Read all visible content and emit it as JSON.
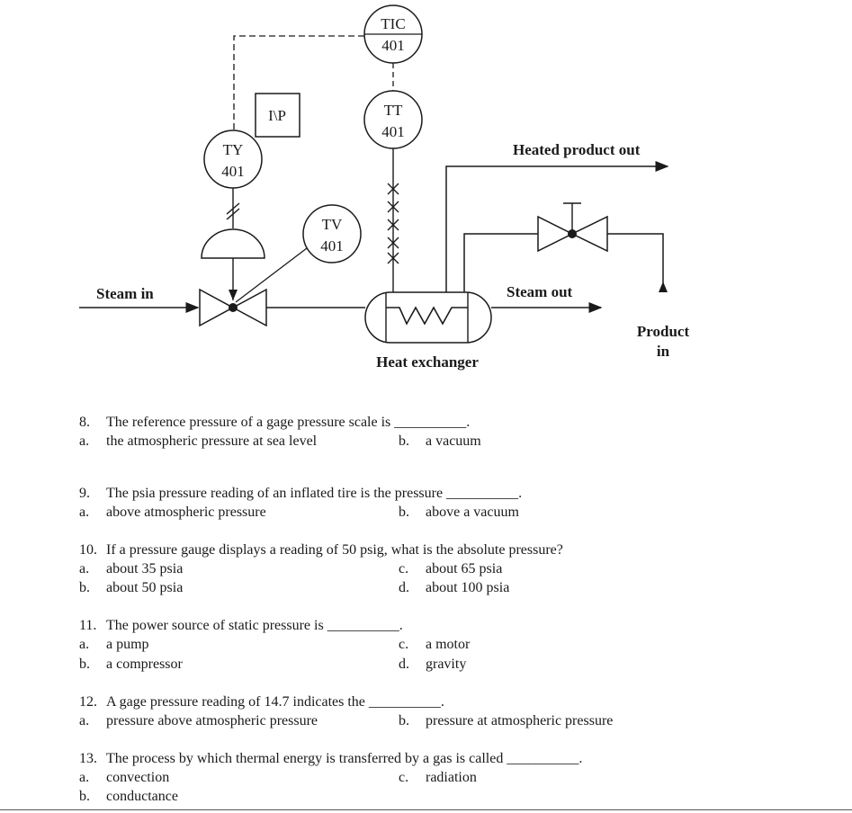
{
  "diagram": {
    "instruments": {
      "tic": [
        "TIC",
        "401"
      ],
      "tt": [
        "TT",
        "401"
      ],
      "ty": [
        "TY",
        "401"
      ],
      "tv": [
        "TV",
        "401"
      ]
    },
    "converter_label": "I\\P",
    "labels": {
      "steam_in": "Steam in",
      "steam_out": "Steam out",
      "heated_product_out": "Heated product out",
      "product_in_1": "Product",
      "product_in_2": "in",
      "heat_exchanger": "Heat exchanger"
    }
  },
  "questions": [
    {
      "number": "8.",
      "text": "The reference pressure of a gage pressure scale is __________.",
      "options": [
        {
          "letter": "a.",
          "text": "the atmospheric pressure at sea level"
        },
        {
          "letter": "b.",
          "text": "a vacuum"
        }
      ]
    },
    {
      "number": "9.",
      "text": "The psia pressure reading of an inflated tire is the pressure __________.",
      "options": [
        {
          "letter": "a.",
          "text": "above atmospheric pressure"
        },
        {
          "letter": "b.",
          "text": "above a vacuum"
        }
      ]
    },
    {
      "number": "10.",
      "text": "If a pressure gauge displays a reading of 50 psig, what is the absolute pressure?",
      "options": [
        {
          "letter": "a.",
          "text": "about 35 psia"
        },
        {
          "letter": "c.",
          "text": "about 65 psia"
        },
        {
          "letter": "b.",
          "text": "about 50 psia"
        },
        {
          "letter": "d.",
          "text": "about 100 psia"
        }
      ]
    },
    {
      "number": "11.",
      "text": "The power source of static pressure is __________.",
      "options": [
        {
          "letter": "a.",
          "text": "a pump"
        },
        {
          "letter": "c.",
          "text": "a motor"
        },
        {
          "letter": "b.",
          "text": "a compressor"
        },
        {
          "letter": "d.",
          "text": "gravity"
        }
      ]
    },
    {
      "number": "12.",
      "text": "A gage pressure reading of 14.7 indicates the __________.",
      "options": [
        {
          "letter": "a.",
          "text": "pressure above atmospheric pressure"
        },
        {
          "letter": "b.",
          "text": "pressure at atmospheric pressure"
        }
      ]
    },
    {
      "number": "13.",
      "text": "The process by which thermal energy is transferred by a gas is called __________.",
      "options": [
        {
          "letter": "a.",
          "text": "convection"
        },
        {
          "letter": "c.",
          "text": "radiation"
        },
        {
          "letter": "b.",
          "text": "conductance"
        }
      ]
    }
  ]
}
